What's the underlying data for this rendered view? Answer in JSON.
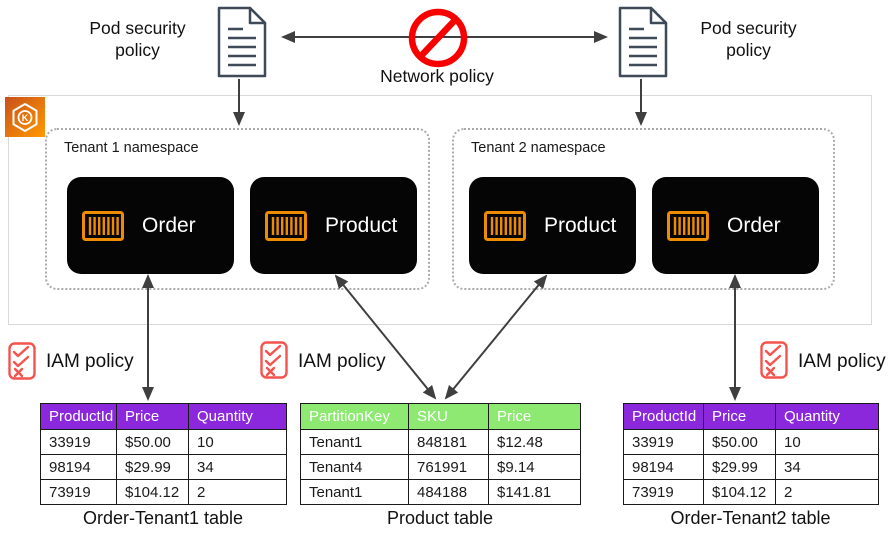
{
  "labels": {
    "pod_security_left": "Pod security policy",
    "pod_security_right": "Pod security policy",
    "network_policy": "Network policy",
    "iam_left": "IAM policy",
    "iam_middle": "IAM policy",
    "iam_right": "IAM policy"
  },
  "cluster": {
    "service_icon": "amazon-eks-icon",
    "eks_letter": "K",
    "namespaces": [
      {
        "label": "Tenant 1 namespace",
        "pods": [
          {
            "name": "Order",
            "icon": "container-icon"
          },
          {
            "name": "Product",
            "icon": "container-icon"
          }
        ]
      },
      {
        "label": "Tenant 2 namespace",
        "pods": [
          {
            "name": "Product",
            "icon": "container-icon"
          },
          {
            "name": "Order",
            "icon": "container-icon"
          }
        ]
      }
    ]
  },
  "tables": [
    {
      "caption": "Order-Tenant1 table",
      "header_color": "#8c28dc",
      "header_text_color": "#ffffff",
      "columns": [
        "ProductId",
        "Price",
        "Quantity"
      ],
      "rows": [
        [
          "33919",
          "$50.00",
          "10"
        ],
        [
          "98194",
          "$29.99",
          "34"
        ],
        [
          "73919",
          "$104.12",
          "2"
        ]
      ]
    },
    {
      "caption": "Product table",
      "header_color": "#8de971",
      "header_text_color": "#ffffff",
      "columns": [
        "PartitionKey",
        "SKU",
        "Price"
      ],
      "rows": [
        [
          "Tenant1",
          "848181",
          "$12.48"
        ],
        [
          "Tenant4",
          "761991",
          "$9.14"
        ],
        [
          "Tenant1",
          "484188",
          "$141.81"
        ]
      ]
    },
    {
      "caption": "Order-Tenant2 table",
      "header_color": "#8c28dc",
      "header_text_color": "#ffffff",
      "columns": [
        "ProductId",
        "Price",
        "Quantity"
      ],
      "rows": [
        [
          "33919",
          "$50.00",
          "10"
        ],
        [
          "98194",
          "$29.99",
          "34"
        ],
        [
          "73919",
          "$104.12",
          "2"
        ]
      ]
    }
  ],
  "colors": {
    "prohibition_red": "#f90000",
    "iam_icon_red": "#f4534e",
    "eks_orange_dark": "#c8511b",
    "eks_orange_light": "#ff9900",
    "container_orange": "#ed8c00",
    "arrow_gray": "#3f3f3f",
    "purple_header": "#8c28dc",
    "green_header": "#8de971"
  }
}
